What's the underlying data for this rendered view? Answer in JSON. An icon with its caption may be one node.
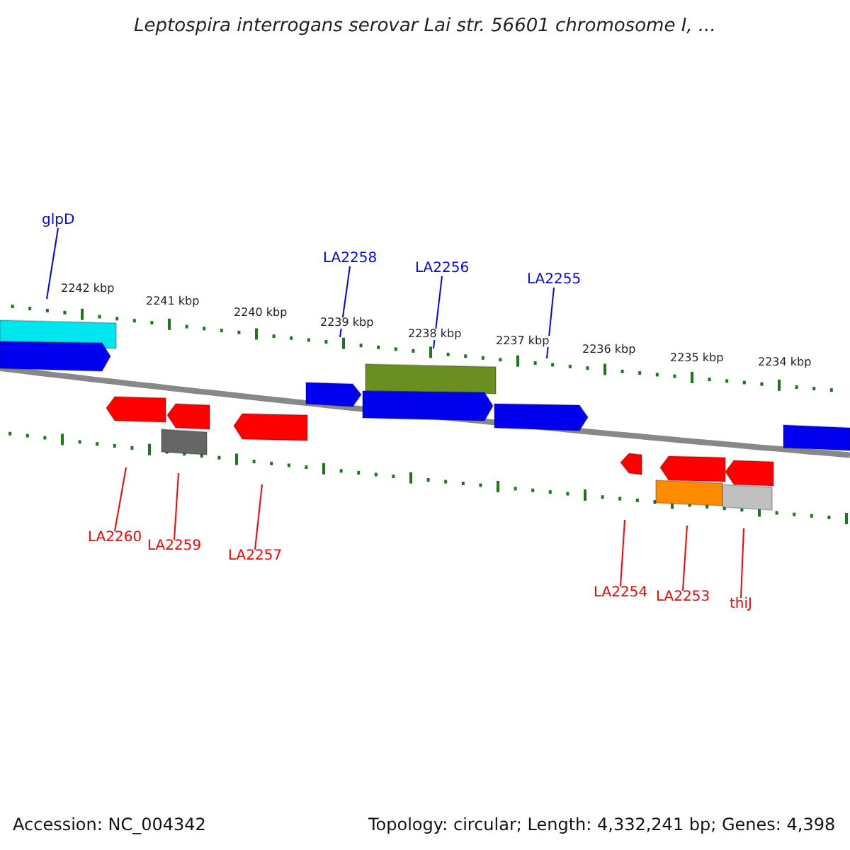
{
  "diagram": {
    "title": "Leptospira interrogans serovar Lai str. 56601 chromosome I, ...",
    "nodes": [
      {
        "text": [
          "glpD"
        ]
      },
      {
        "text": [
          "LA2258"
        ]
      },
      {
        "text": [
          "LA2256"
        ]
      },
      {
        "text": [
          "LA2255"
        ]
      },
      {
        "text": [
          "LA2260"
        ]
      },
      {
        "text": [
          "LA2259"
        ]
      },
      {
        "text": [
          "LA2257"
        ]
      },
      {
        "text": [
          "LA2254"
        ]
      },
      {
        "text": [
          "LA2253"
        ]
      },
      {
        "text": [
          "thiJ"
        ]
      },
      {
        "text": [],
        "shape": "picture"
      }
    ],
    "edges": [
      {
        "from": 0,
        "to": 10,
        "arrow": "none",
        "color": "#0000ff"
      },
      {
        "from": 1,
        "to": 10,
        "arrow": "none",
        "color": "#0000ff"
      },
      {
        "from": 2,
        "to": 10,
        "arrow": "none",
        "color": "#0000ff"
      },
      {
        "from": 3,
        "to": 10,
        "arrow": "none",
        "color": "#0000ff"
      },
      {
        "from": 4,
        "to": 10,
        "arrow": "none"
      },
      {
        "from": 5,
        "to": 10,
        "arrow": "none"
      },
      {
        "from": 6,
        "to": 10,
        "arrow": "none"
      },
      {
        "from": 7,
        "to": 10,
        "arrow": "none"
      },
      {
        "from": 8,
        "to": 10,
        "arrow": "none"
      },
      {
        "from": 9,
        "to": 10,
        "arrow": "none"
      }
    ],
    "labels": [
      "2242 kbp",
      "2241 kbp",
      "2240 kbp",
      "2239 kbp",
      "2238 kbp",
      "2237 kbp",
      "2236 kbp",
      "2235 kbp",
      "2234 kbp",
      "Accession: NC_004342",
      "Topology: circular; Length: 4,332,241 bp; Genes: 4,398"
    ]
  }
}
